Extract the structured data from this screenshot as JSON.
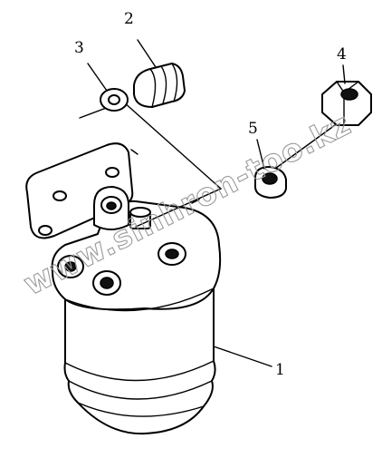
{
  "diagram": {
    "parts": [
      {
        "number": "1",
        "part": "filter-body"
      },
      {
        "number": "2",
        "part": "bolt"
      },
      {
        "number": "3",
        "part": "washer"
      },
      {
        "number": "4",
        "part": "nut"
      },
      {
        "number": "5",
        "part": "washer"
      }
    ],
    "watermark": "www.sinhron-too.kz",
    "colors": {
      "ink": "#000000",
      "background": "#ffffff",
      "watermark": "#9a9a9a"
    }
  }
}
